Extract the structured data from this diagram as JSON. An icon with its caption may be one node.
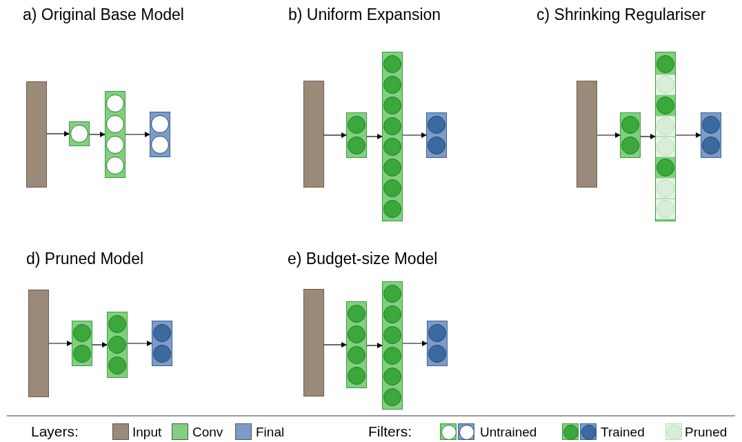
{
  "diagram": {
    "nodes": [
      {
        "text": [],
        "shape": "bar"
      },
      {
        "text": [],
        "shape": "bar"
      },
      {
        "text": [],
        "shape": "circle",
        "in": 1
      },
      {
        "text": [],
        "shape": "bar"
      },
      {
        "text": [],
        "shape": "circle",
        "in": 3
      },
      {
        "text": [],
        "shape": "circle",
        "in": 3
      },
      {
        "text": [],
        "shape": "circle",
        "in": 3
      },
      {
        "text": [],
        "shape": "circle",
        "in": 3
      },
      {
        "text": [],
        "shape": "bar"
      },
      {
        "text": [],
        "shape": "circle",
        "in": 8
      },
      {
        "text": [],
        "shape": "circle",
        "in": 8
      },
      {
        "text": [],
        "shape": "bar"
      },
      {
        "text": [],
        "shape": "bar"
      },
      {
        "text": [],
        "shape": "circle",
        "in": 12
      },
      {
        "text": [],
        "shape": "circle",
        "in": 12
      },
      {
        "text": [],
        "shape": "bar"
      },
      {
        "text": [],
        "shape": "circle",
        "in": 15
      },
      {
        "text": [],
        "shape": "circle",
        "in": 15
      },
      {
        "text": [],
        "shape": "circle",
        "in": 15
      },
      {
        "text": [],
        "shape": "circle",
        "in": 15
      },
      {
        "text": [],
        "shape": "circle",
        "in": 15
      },
      {
        "text": [],
        "shape": "circle",
        "in": 15
      },
      {
        "text": [],
        "shape": "circle",
        "in": 15
      },
      {
        "text": [],
        "shape": "circle",
        "in": 15
      },
      {
        "text": [],
        "shape": "bar"
      },
      {
        "text": [],
        "shape": "circle",
        "in": 24
      },
      {
        "text": [],
        "shape": "circle",
        "in": 24
      },
      {
        "text": [],
        "shape": "bar"
      },
      {
        "text": [],
        "shape": "bar"
      },
      {
        "text": [],
        "shape": "circle",
        "in": 28
      },
      {
        "text": [],
        "shape": "circle",
        "in": 28
      },
      {
        "text": [],
        "shape": "bar"
      },
      {
        "text": [],
        "shape": "circle",
        "in": 31
      },
      {
        "text": [],
        "shape": "circle",
        "in": 31
      },
      {
        "text": [],
        "shape": "circle",
        "in": 31
      },
      {
        "text": [],
        "shape": "circle",
        "in": 31
      },
      {
        "text": [],
        "shape": "circle",
        "in": 31
      },
      {
        "text": [],
        "shape": "circle",
        "in": 31
      },
      {
        "text": [],
        "shape": "circle",
        "in": 31
      },
      {
        "text": [],
        "shape": "circle",
        "in": 31
      },
      {
        "text": [],
        "shape": "bar"
      },
      {
        "text": [],
        "shape": "circle",
        "in": 40
      },
      {
        "text": [],
        "shape": "circle",
        "in": 40
      },
      {
        "text": [],
        "shape": "bar"
      },
      {
        "text": [],
        "shape": "bar"
      },
      {
        "text": [],
        "shape": "circle",
        "in": 44
      },
      {
        "text": [],
        "shape": "circle",
        "in": 44
      },
      {
        "text": [],
        "shape": "bar"
      },
      {
        "text": [],
        "shape": "circle",
        "in": 47
      },
      {
        "text": [],
        "shape": "circle",
        "in": 47
      },
      {
        "text": [],
        "shape": "circle",
        "in": 47
      },
      {
        "text": [],
        "shape": "bar"
      },
      {
        "text": [],
        "shape": "circle",
        "in": 51
      },
      {
        "text": [],
        "shape": "circle",
        "in": 51
      },
      {
        "text": [],
        "shape": "bar"
      },
      {
        "text": [],
        "shape": "bar"
      },
      {
        "text": [],
        "shape": "circle",
        "in": 55
      },
      {
        "text": [],
        "shape": "circle",
        "in": 55
      },
      {
        "text": [],
        "shape": "circle",
        "in": 55
      },
      {
        "text": [],
        "shape": "circle",
        "in": 55
      },
      {
        "text": [],
        "shape": "bar"
      },
      {
        "text": [],
        "shape": "circle",
        "in": 60
      },
      {
        "text": [],
        "shape": "circle",
        "in": 60
      },
      {
        "text": [],
        "shape": "circle",
        "in": 60
      },
      {
        "text": [],
        "shape": "circle",
        "in": 60
      },
      {
        "text": [],
        "shape": "circle",
        "in": 60
      },
      {
        "text": [],
        "shape": "circle",
        "in": 60
      },
      {
        "text": [],
        "shape": "bar"
      },
      {
        "text": [],
        "shape": "circle",
        "in": 67
      },
      {
        "text": [],
        "shape": "circle",
        "in": 67
      }
    ],
    "edges": [
      {
        "from": 0,
        "to": 1,
        "arrow": "to"
      },
      {
        "from": 1,
        "to": 3,
        "arrow": "to"
      },
      {
        "from": 3,
        "to": 8,
        "arrow": "to"
      },
      {
        "from": 11,
        "to": 12,
        "arrow": "to"
      },
      {
        "from": 12,
        "to": 15,
        "arrow": "to"
      },
      {
        "from": 15,
        "to": 24,
        "arrow": "to"
      },
      {
        "from": 27,
        "to": 28,
        "arrow": "to"
      },
      {
        "from": 28,
        "to": 31,
        "arrow": "to"
      },
      {
        "from": 31,
        "to": 40,
        "arrow": "to"
      },
      {
        "from": 43,
        "to": 44,
        "arrow": "to"
      },
      {
        "from": 44,
        "to": 47,
        "arrow": "to"
      },
      {
        "from": 47,
        "to": 51,
        "arrow": "to"
      },
      {
        "from": 54,
        "to": 55,
        "arrow": "to"
      },
      {
        "from": 55,
        "to": 60,
        "arrow": "to"
      },
      {
        "from": 60,
        "to": 67,
        "arrow": "to"
      }
    ],
    "labels": [
      "a) Original Base Model",
      "b) Uniform Expansion",
      "c) Shrinking Regulariser",
      "d) Pruned Model",
      "e) Budget-size Model",
      "Layers:",
      "Filters:"
    ],
    "legend": [
      {
        "text": "Input",
        "color": "#9b8979"
      },
      {
        "text": "Conv",
        "color": "#80d080"
      },
      {
        "text": "Final",
        "color": "#7b9cc8"
      },
      {
        "text": "Untrained"
      },
      {
        "text": "Trained"
      },
      {
        "text": "Pruned"
      }
    ]
  }
}
